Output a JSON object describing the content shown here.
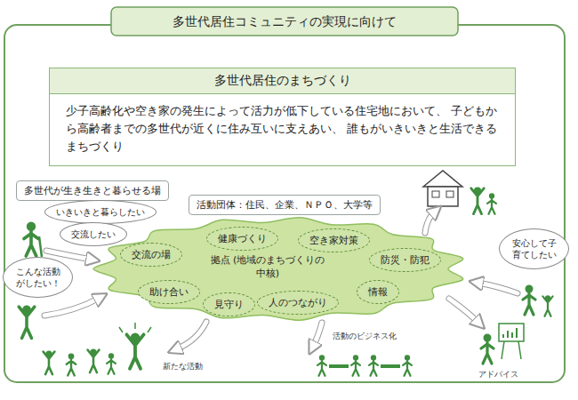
{
  "diagram": {
    "title": "多世代居住コミュニティの実現に向けて",
    "nodes": [
      {
        "text": [
          "多世代居住のまちづくり",
          "少子高齢化や空き家の発生によって活力が低下している住宅地において、 子どもから高齢者までの多世代が近くに住み互いに支えあい、 誰もがいきいきと生活できるまちづくり"
        ]
      },
      {
        "text": [
          "多世代が生き生きと暮らせる場"
        ]
      },
      {
        "text": [
          "活動団体：住民、企業、ＮＰＯ、大学等"
        ]
      },
      {
        "text": [
          "いきいきと暮らしたい"
        ]
      },
      {
        "text": [
          "交流したい"
        ]
      },
      {
        "text": [
          "拠点 (地域のまちづくりの中核)"
        ]
      },
      {
        "text": [
          "交流の場"
        ],
        "in": 5
      },
      {
        "text": [
          "健康づくり"
        ],
        "in": 5
      },
      {
        "text": [
          "空き家対策"
        ],
        "in": 5
      },
      {
        "text": [
          "防災・防犯"
        ],
        "in": 5
      },
      {
        "text": [
          "助け合い"
        ],
        "in": 5
      },
      {
        "text": [
          "見守り"
        ],
        "in": 5
      },
      {
        "text": [
          "人のつながり"
        ],
        "in": 5
      },
      {
        "text": [
          "情報"
        ],
        "in": 5
      },
      {
        "text": [
          "こんな活動 がしたい！"
        ]
      },
      {
        "text": [
          "安心して子 育てしたい"
        ]
      }
    ],
    "labels": [
      "新たな活動",
      "活動のビジネス化",
      "アドバイス"
    ]
  }
}
